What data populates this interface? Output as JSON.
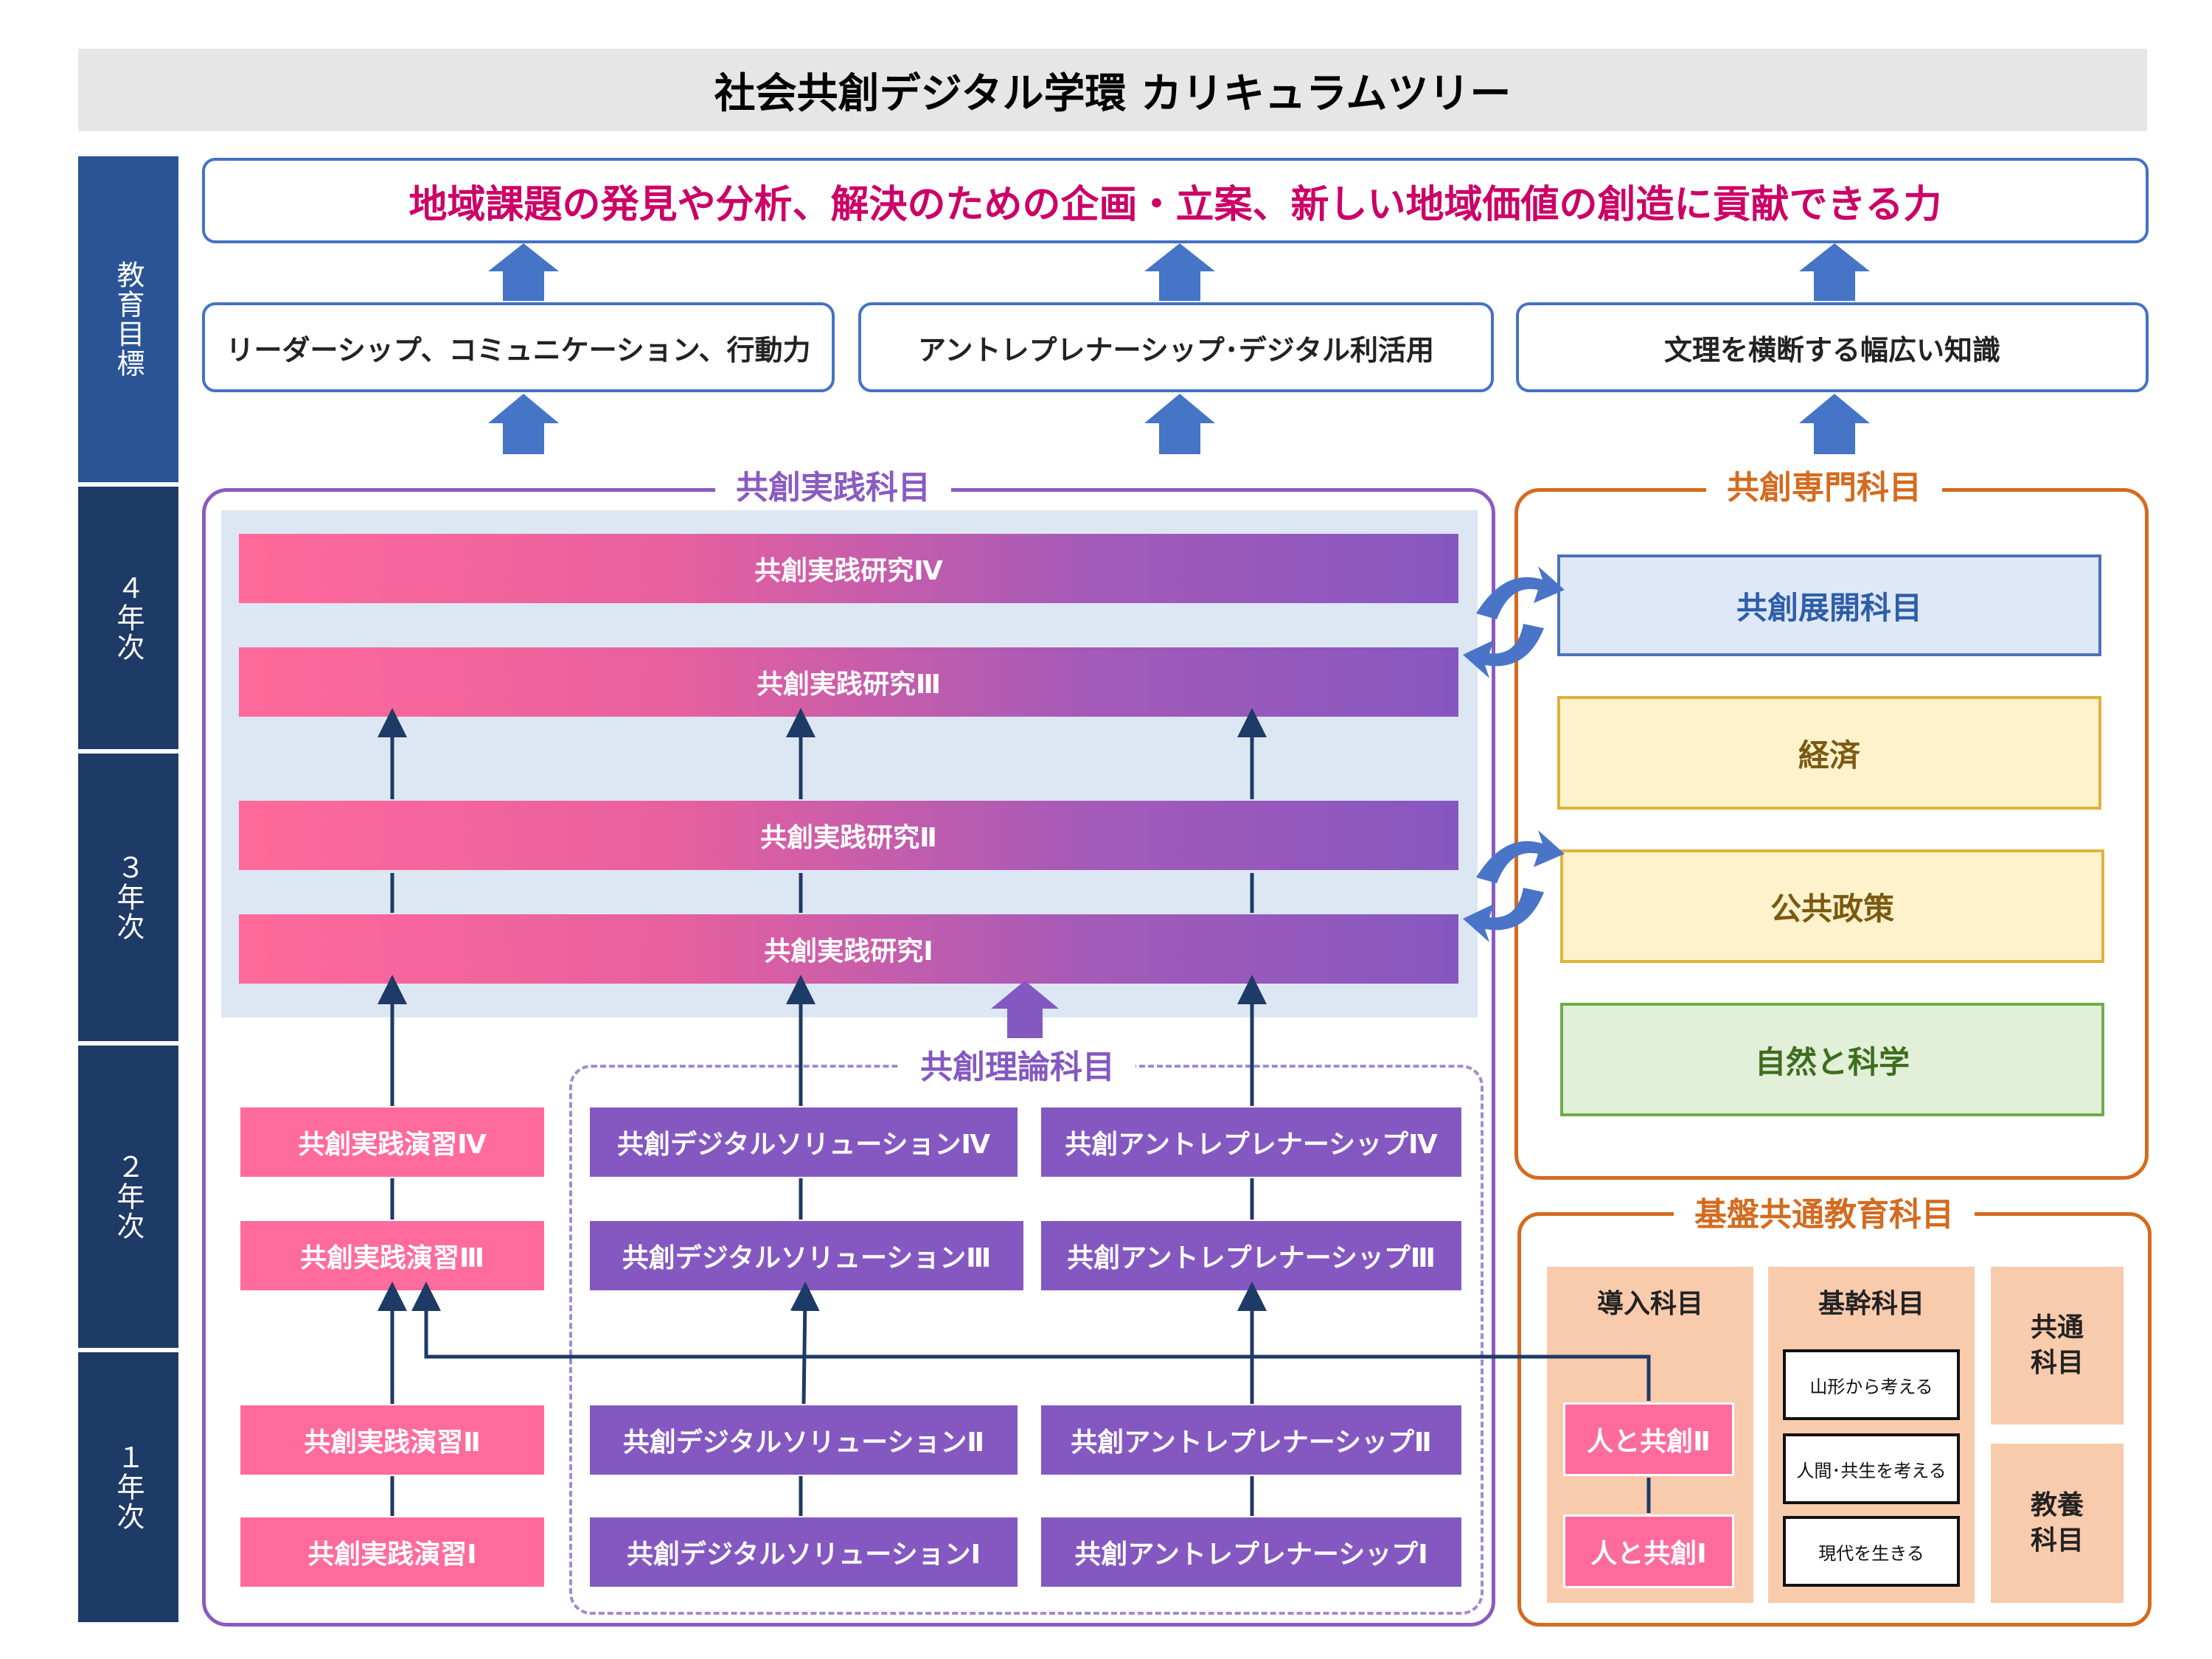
{
  "title": "社会共創デジタル学環 カリキュラムツリー",
  "year_labels": {
    "goals": "教育目標",
    "year4": "４年次",
    "year3": "３年次",
    "year2": "２年次",
    "year1": "１年次"
  },
  "main_goal": "地域課題の発見や分析、解決のための企画・立案、新しい地域価値の創造に貢献できる力",
  "sub_goals": [
    "リーダーシップ、コミュニケーション、行動力",
    "アントレプレナーシップ･デジタル利活用",
    "文理を横断する幅広い知識"
  ],
  "practice_group": {
    "label": "共創実践科目",
    "research": [
      "共創実践研究Ⅳ",
      "共創実践研究Ⅲ",
      "共創実践研究Ⅱ",
      "共創実践研究Ⅰ"
    ],
    "exercises": [
      "共創実践演習Ⅳ",
      "共創実践演習Ⅲ",
      "共創実践演習Ⅱ",
      "共創実践演習Ⅰ"
    ]
  },
  "theory_group": {
    "label": "共創理論科目",
    "digital": [
      "共創デジタルソリューションⅣ",
      "共創デジタルソリューションⅢ",
      "共創デジタルソリューションⅡ",
      "共創デジタルソリューションⅠ"
    ],
    "entrepreneur": [
      "共創アントレプレナーシップⅣ",
      "共創アントレプレナーシップⅢ",
      "共創アントレプレナーシップⅡ",
      "共創アントレプレナーシップⅠ"
    ]
  },
  "specialty_group": {
    "label": "共創専門科目",
    "items": [
      "共創展開科目",
      "経済",
      "公共政策",
      "自然と科学"
    ]
  },
  "foundation_group": {
    "label": "基盤共通教育科目",
    "intro": {
      "head": "導入科目",
      "items": [
        "人と共創Ⅱ",
        "人と共創Ⅰ"
      ]
    },
    "core": {
      "head": "基幹科目",
      "items": [
        "山形から考える",
        "人間･共生を考える",
        "現代を生きる"
      ]
    },
    "common": "共通科目",
    "liberal": "教養科目"
  },
  "colors": {
    "navy": "#1e3a66",
    "goal_border": "#4472c4",
    "goal_text": "#cc0066",
    "practice": "#8a5bc0",
    "theory": "#a48ad0",
    "specialty": "#d46b1f",
    "pink": "#ff6b9c",
    "purple": "#8458c0"
  }
}
